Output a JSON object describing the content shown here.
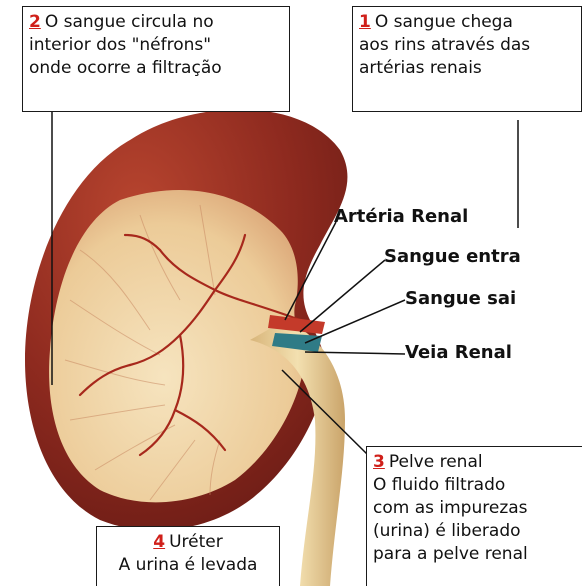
{
  "boxes": {
    "b2": {
      "num": "2",
      "line1": "O sangue circula no",
      "line2": "interior dos \"néfrons\"",
      "line3": "onde ocorre a filtração"
    },
    "b1": {
      "num": "1",
      "line1": "O sangue chega",
      "line2": "aos rins através das",
      "line3": "artérias renais"
    },
    "b3": {
      "num": "3",
      "line1": "Pelve renal",
      "line2": "O fluido filtrado",
      "line3": "com as impurezas",
      "line4": "(urina) é liberado",
      "line5": "para a pelve renal"
    },
    "b4": {
      "num": "4",
      "line1": "Uréter",
      "line2": "A urina é levada"
    }
  },
  "labels": {
    "arteria": "Artéria Renal",
    "entra": "Sangue entra",
    "sai": "Sangue sai",
    "veia": "Veia Renal"
  },
  "colors": {
    "number": "#d0201a",
    "artery": "#c43a2a",
    "vein": "#2f7b86",
    "cortex": "#9a2f22",
    "medulla": "#f0d6a6",
    "ureter": "#e6cc92"
  }
}
